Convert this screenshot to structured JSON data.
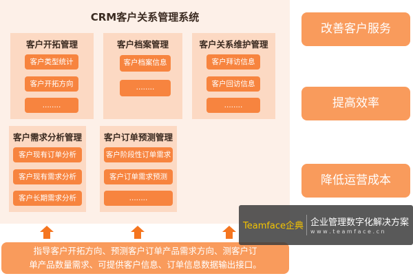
{
  "title": "CRM客户关系管理系统",
  "panels": [
    {
      "title": "客户开拓管理",
      "items": [
        "客户类型统计",
        "客户开拓方向",
        "........"
      ]
    },
    {
      "title": "客户档案管理",
      "items": [
        "客户档案信息",
        "........"
      ]
    },
    {
      "title": "客户关系维护管理",
      "items": [
        "客户拜访信息",
        "客户回访信息",
        "........"
      ]
    },
    {
      "title": "客户需求分析管理",
      "items": [
        "客户现有订单分析",
        "客户现有需求分析",
        "客户长期需求分析"
      ]
    },
    {
      "title": "客户订单预测管理",
      "items": [
        "客户阶段性订单需求",
        "客户订单需求预测",
        "........"
      ]
    }
  ],
  "benefits": [
    "改善客户服务",
    "提高效率",
    "降低运营成本"
  ],
  "bottom": {
    "line1": "指导客户开拓方向、预测客户订单产品需求方向、测客户订",
    "line2": "单产品数量需求、可提供客户信息、订单信息数据输出接口。"
  },
  "watermark": {
    "brand": "Teamface企典",
    "slogan": "企业管理数字化解决方案",
    "url": "w w w . t e a m f a c e . c n"
  },
  "colors": {
    "button": "#f7843f",
    "panel": "#fcd9c3",
    "background": "#fdf0e8",
    "arrow": "#f5751f",
    "benefit": "#f99b5c",
    "brand": "#f5c400"
  }
}
